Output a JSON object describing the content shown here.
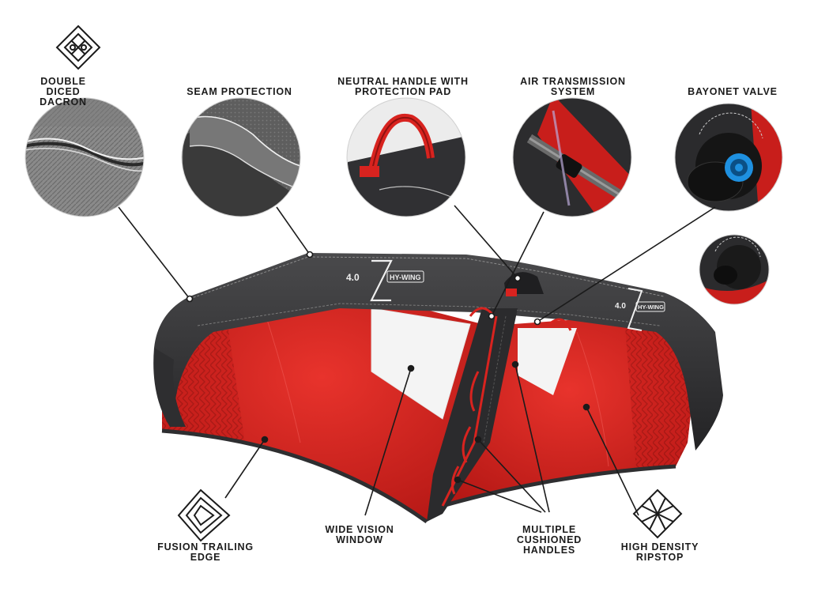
{
  "callouts": {
    "double_diced_dacron": "DOUBLE DICED\nDACRON",
    "seam_protection": "SEAM PROTECTION",
    "neutral_handle": "NEUTRAL HANDLE WITH\nPROTECTION PAD",
    "air_transmission": "AIR TRANSMISSION\nSYSTEM",
    "bayonet_valve": "BAYONET VALVE",
    "fusion_trailing_edge": "FUSION TRAILING\nEDGE",
    "wide_vision_window": "WIDE VISION\nWINDOW",
    "multiple_handles": "MULTIPLE\nCUSHIONED\nHANDLES",
    "high_density_ripstop": "HIGH DENSITY\nRIPSTOP"
  },
  "wing_brand": {
    "left_model": "4.0",
    "left_name": "HY-WING",
    "right_model": "4.0",
    "right_name": "HY-WING"
  },
  "colors": {
    "canopy_red": "#d8231f",
    "frame_dark": "#2e2e30",
    "window_white": "#f4f4f4",
    "valve_blue": "#1e90e0"
  }
}
